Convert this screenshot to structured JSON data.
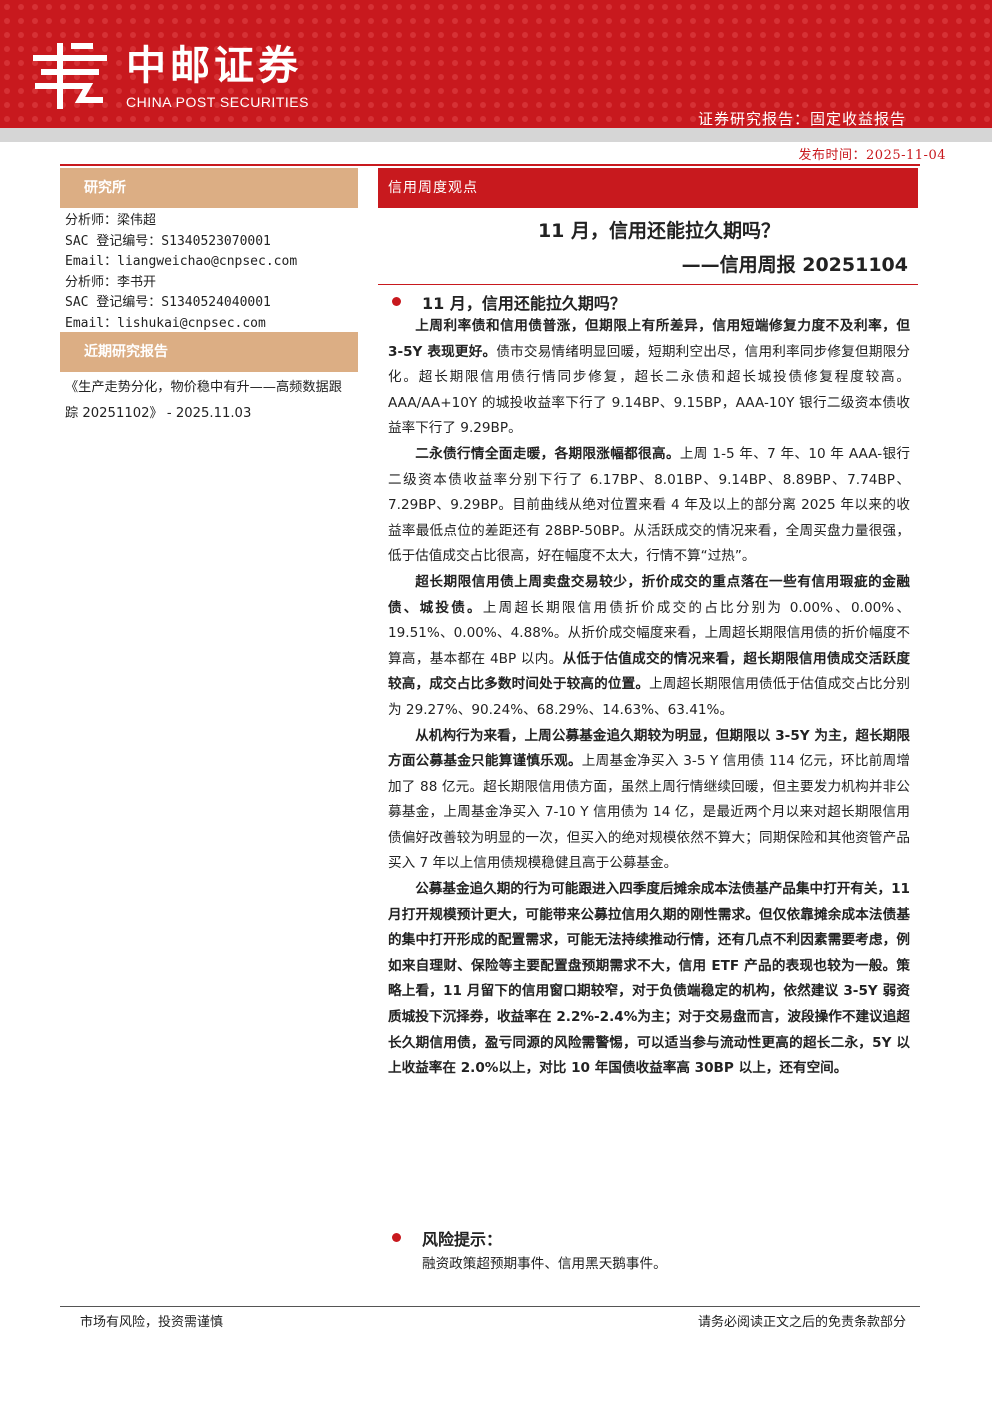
{
  "header": {
    "brand_cn": "中邮证券",
    "brand_en": "CHINA POST SECURITIES",
    "report_type": "证券研究报告：固定收益报告",
    "publish_date": "发布时间：2025-11-04",
    "brand_color": "#c8191e"
  },
  "sidebar": {
    "institute_label": "研究所",
    "analysts": [
      "分析师：梁伟超",
      "SAC 登记编号：S1340523070001",
      "Email：liangweichao@cnpsec.com",
      "分析师：李书开",
      "SAC 登记编号：S1340524040001",
      "Email：lishukai@cnpsec.com"
    ],
    "recent_label": "近期研究报告",
    "recent_report": "《生产走势分化，物价稳中有升——高频数据跟踪 20251102》 - 2025.11.03"
  },
  "main": {
    "section_label": "信用周度观点",
    "title_line1": "11 月，信用还能拉久期吗？",
    "title_line2": "——信用周报 20251104",
    "heading": "11 月，信用还能拉久期吗？",
    "paragraphs": [
      [
        {
          "b": "上周利率债和信用债普涨，但期限上有所差异，信用短端修复力度不及利率，但 3-5Y 表现更好。"
        },
        {
          "t": "债市交易情绪明显回暖，短期利空出尽，信用利率同步修复但期限分化。超长期限信用债行情同步修复，超长二永债和超长城投债修复程度较高。AAA/AA+10Y 的城投收益率下行了 9.14BP、9.15BP，AAA-10Y 银行二级资本债收益率下行了 9.29BP。"
        }
      ],
      [
        {
          "b": "二永债行情全面走暖，各期限涨幅都很高。"
        },
        {
          "t": "上周 1-5 年、7 年、10 年 AAA-银行二级资本债收益率分别下行了 6.17BP、8.01BP、9.14BP、8.89BP、7.74BP、7.29BP、9.29BP。目前曲线从绝对位置来看 4 年及以上的部分离 2025 年以来的收益率最低点位的差距还有 28BP-50BP。从活跃成交的情况来看，全周买盘力量很强，低于估值成交占比很高，好在幅度不太大，行情不算“过热”。"
        }
      ],
      [
        {
          "b": "超长期限信用债上周卖盘交易较少，折价成交的重点落在一些有信用瑕疵的金融债、城投债。"
        },
        {
          "t": "上周超长期限信用债折价成交的占比分别为 0.00%、0.00%、19.51%、0.00%、4.88%。从折价成交幅度来看，上周超长期限信用债的折价幅度不算高，基本都在 4BP 以内。"
        },
        {
          "b": "从低于估值成交的情况来看，超长期限信用债成交活跃度较高，成交占比多数时间处于较高的位置。"
        },
        {
          "t": "上周超长期限信用债低于估值成交占比分别为 29.27%、90.24%、68.29%、14.63%、63.41%。"
        }
      ],
      [
        {
          "b": "从机构行为来看，上周公募基金追久期较为明显，但期限以 3-5Y 为主，超长期限方面公募基金只能算谨慎乐观。"
        },
        {
          "t": "上周基金净买入 3-5 Y 信用债 114 亿元，环比前周增加了 88 亿元。超长期限信用债方面，虽然上周行情继续回暖，但主要发力机构并非公募基金，上周基金净买入 7-10 Y 信用债为 14 亿，是最近两个月以来对超长期限信用债偏好改善较为明显的一次，但买入的绝对规模依然不算大；同期保险和其他资管产品买入 7 年以上信用债规模稳健且高于公募基金。"
        }
      ],
      [
        {
          "b": "公募基金追久期的行为可能跟进入四季度后摊余成本法债基产品集中打开有关，11 月打开规模预计更大，可能带来公募拉信用久期的刚性需求。但仅依靠摊余成本法债基的集中打开形成的配置需求，可能无法持续推动行情，还有几点不利因素需要考虑，例如来自理财、保险等主要配置盘预期需求不大，信用 ETF 产品的表现也较为一般。策略上看，11 月留下的信用窗口期较窄，对于负债端稳定的机构，依然建议 3-5Y 弱资质城投下沉择券，收益率在 2.2%-2.4%为主；对于交易盘而言，波段操作不建议追超长久期信用债，盈亏同源的风险需警惕，可以适当参与流动性更高的超长二永，5Y 以上收益率在 2.0%以上，对比 10 年国债收益率高 30BP 以上，还有空间。"
        }
      ]
    ],
    "risk_title": "风险提示：",
    "risk_text": "融资政策超预期事件、信用黑天鹅事件。"
  },
  "footer": {
    "left": "市场有风险，投资需谨慎",
    "right": "请务必阅读正文之后的免责条款部分"
  }
}
